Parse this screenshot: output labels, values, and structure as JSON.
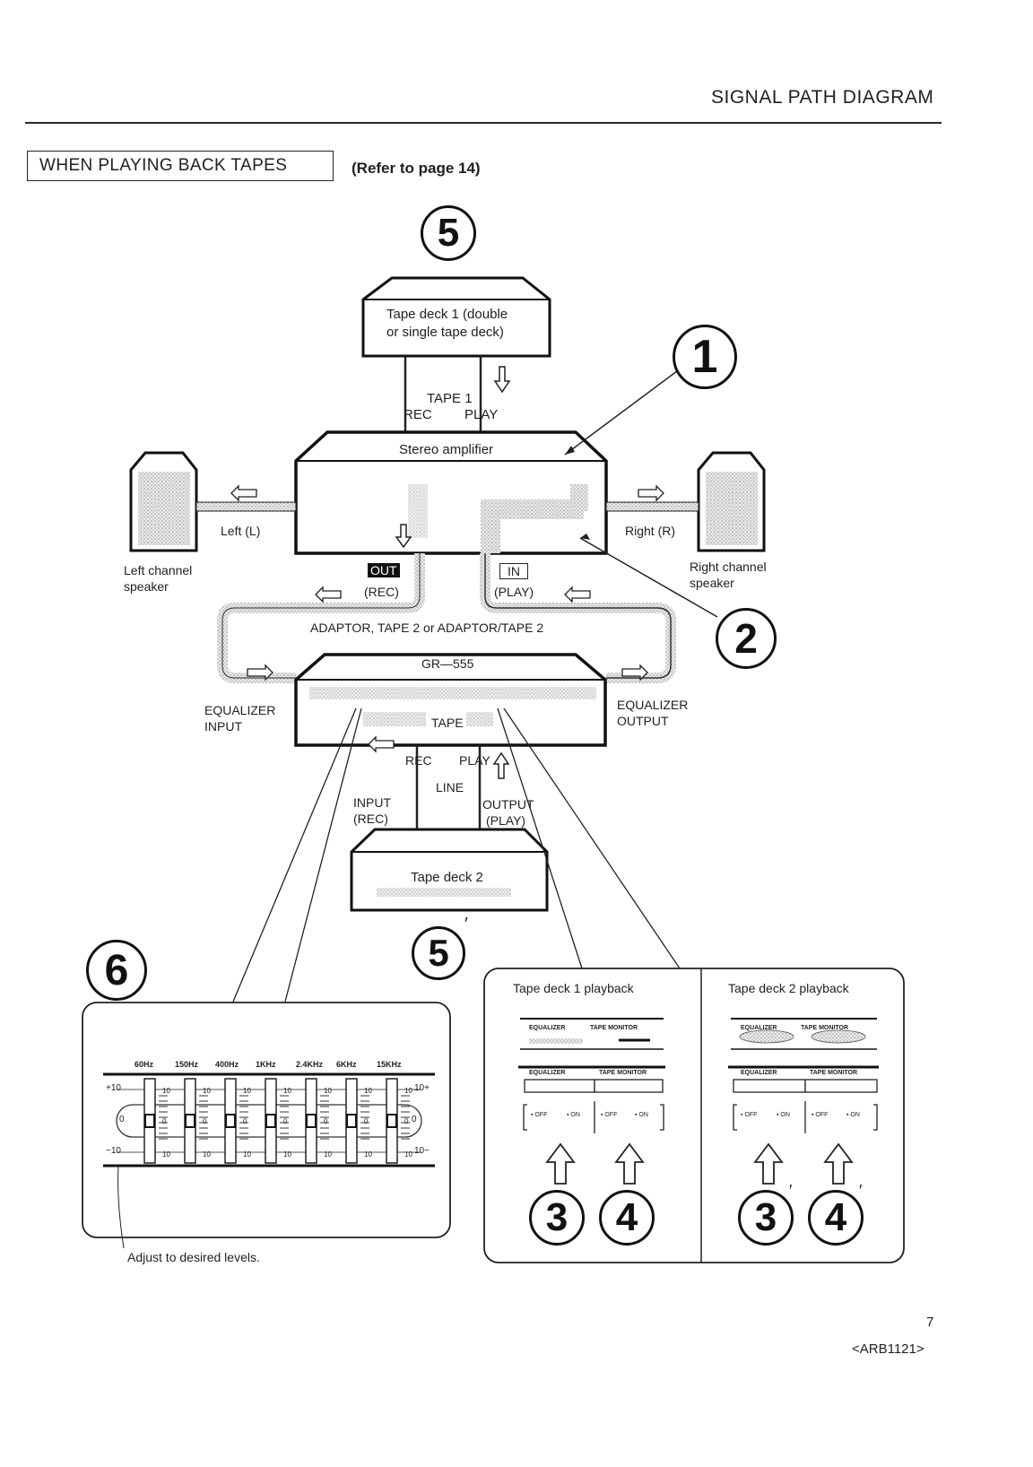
{
  "header": {
    "title": "SIGNAL PATH DIAGRAM"
  },
  "section": {
    "title": "WHEN PLAYING BACK TAPES",
    "refer": "(Refer to page 14)"
  },
  "callouts": {
    "c1": "1",
    "c2": "2",
    "c3": "3",
    "c4": "4",
    "c5": "5",
    "c6": "6",
    "prime": "′"
  },
  "devices": {
    "tape_deck_1_line1": "Tape deck 1 (double",
    "tape_deck_1_line2": "or single tape deck)",
    "amplifier": "Stereo amplifier",
    "equalizer": "GR—555",
    "tape_deck_2": "Tape deck 2",
    "left_speaker_line1": "Left channel",
    "left_speaker_line2": "speaker",
    "right_speaker_line1": "Right channel",
    "right_speaker_line2": "speaker"
  },
  "connections": {
    "tape1": "TAPE 1",
    "rec": "REC",
    "play": "PLAY",
    "left": "Left (L)",
    "right": "Right (R)",
    "out": "OUT",
    "out_rec": "(REC)",
    "in": "IN",
    "in_play": "(PLAY)",
    "adaptor_loop": "ADAPTOR, TAPE 2 or ADAPTOR/TAPE 2",
    "eq_input_1": "EQUALIZER",
    "eq_input_2": "INPUT",
    "eq_output_1": "EQUALIZER",
    "eq_output_2": "OUTPUT",
    "tape": "TAPE",
    "rec2": "REC",
    "play2": "PLAY",
    "line": "LINE",
    "input_1": "INPUT",
    "input_2": "(REC)",
    "output_1": "OUTPUT",
    "output_2": "(PLAY)"
  },
  "eq_panel": {
    "freqs": [
      "60Hz",
      "150Hz",
      "400Hz",
      "1KHz",
      "2.4KHz",
      "6KHz",
      "15KHz"
    ],
    "scale_top_left": "+10",
    "scale_mid_left": "0",
    "scale_bot_left": "−10",
    "scale_top_right": "10+",
    "scale_mid_right": "0",
    "scale_bot_right": "10−",
    "slider_top": "10",
    "slider_mid": "0",
    "slider_bot": "10",
    "caption": "Adjust to desired levels."
  },
  "playback": {
    "deck1_title": "Tape deck 1 playback",
    "deck2_title": "Tape deck 2 playback",
    "equalizer": "EQUALIZER",
    "tape_monitor": "TAPE MONITOR",
    "off": "▪ OFF",
    "on": "▪ ON"
  },
  "footer": {
    "page": "7",
    "code": "<ARB1121>"
  }
}
